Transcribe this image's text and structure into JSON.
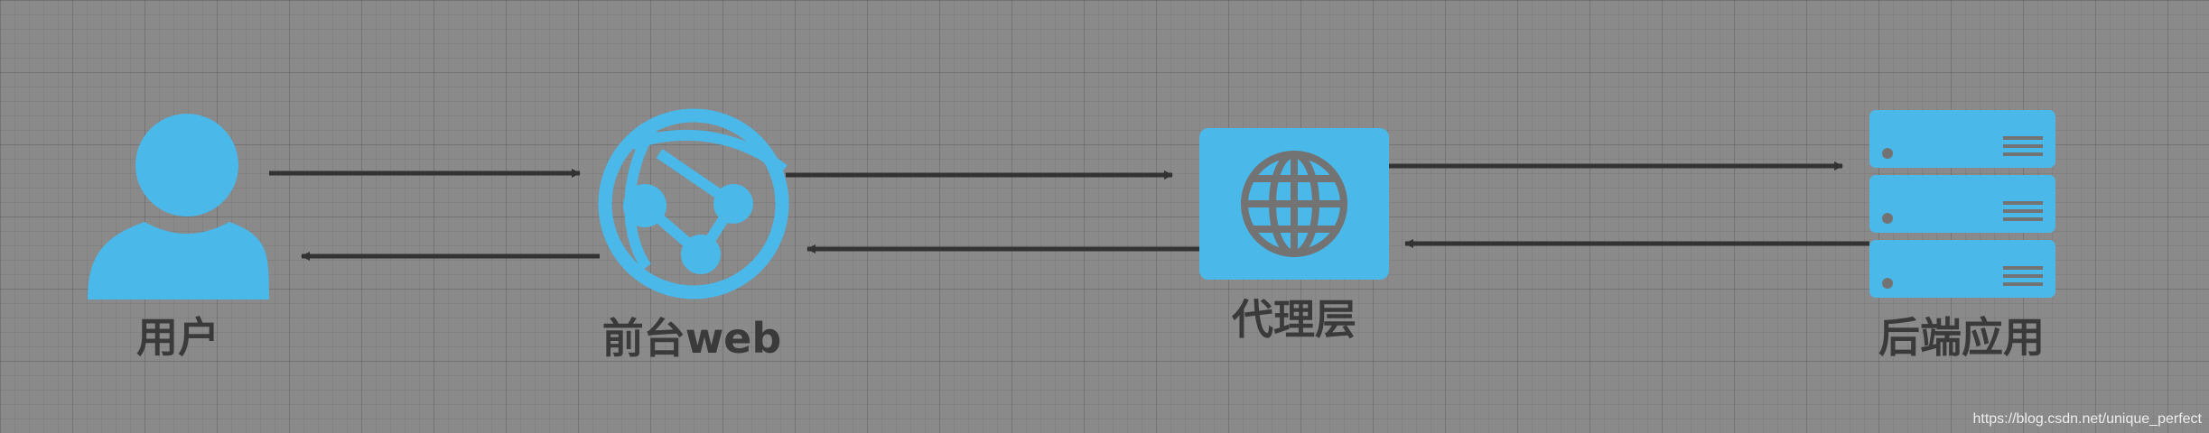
{
  "nodes": {
    "user": {
      "label": "用户",
      "icon": "user-icon"
    },
    "frontend": {
      "label": "前台web",
      "icon": "web-app-icon"
    },
    "proxy": {
      "label": "代理层",
      "icon": "globe-icon"
    },
    "backend": {
      "label": "后端应用",
      "icon": "server-stack-icon"
    }
  },
  "colors": {
    "accent": "#4bb8ea",
    "arrow": "#333333",
    "label": "#3a3a3a",
    "background": "#8a8a8a"
  },
  "watermark": "https://blog.csdn.net/unique_perfect"
}
